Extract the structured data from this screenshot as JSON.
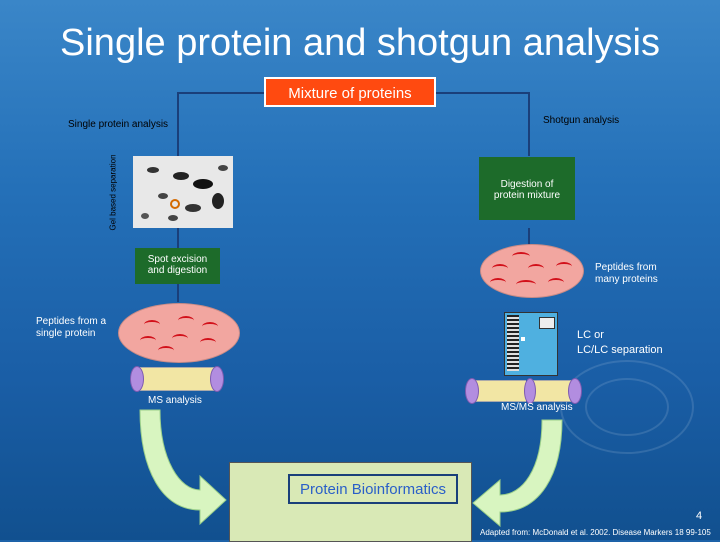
{
  "title": "Single protein and shotgun analysis",
  "nodes": {
    "mixture": "Mixture of proteins",
    "single_branch": "Single protein analysis",
    "shotgun_branch": "Shotgun analysis",
    "gel_label": "Gel based separation",
    "digestion": [
      "Digestion of",
      "protein mixture"
    ],
    "spot_excision": [
      "Spot excision",
      "and digestion"
    ],
    "peptides_many": [
      "Peptides from",
      "many proteins"
    ],
    "peptides_single": [
      "Peptides from a",
      "single protein"
    ],
    "lc": [
      "LC or",
      "LC/LC separation"
    ],
    "ms_analysis": "MS analysis",
    "msms_analysis": "MS/MS analysis",
    "bioinformatics": "Protein Bioinformatics"
  },
  "page_number": "4",
  "citation": "Adapted from: McDonald et al. 2002. Disease Markers 18 99-105",
  "colors": {
    "mixture_box": "#ff4a10",
    "green_box": "#1d6b2a",
    "bioinformatics_box": "#d9e9b6",
    "arrow": "#d8f5c0"
  }
}
